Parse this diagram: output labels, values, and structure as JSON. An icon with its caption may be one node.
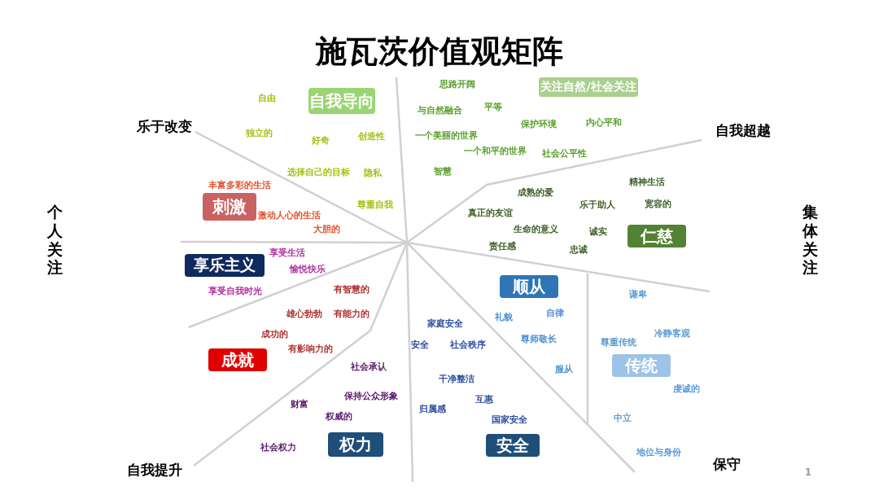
{
  "diagram": {
    "title": "施瓦茨价值观矩阵",
    "nodes": [
      {
        "text": [
          "自我导向"
        ]
      },
      {
        "text": [
          "关注自然/社会关注"
        ]
      },
      {
        "text": [
          "刺激"
        ]
      },
      {
        "text": [
          "仁慈"
        ]
      },
      {
        "text": [
          "享乐主义"
        ]
      },
      {
        "text": [
          "顺从"
        ]
      },
      {
        "text": [
          "成就"
        ]
      },
      {
        "text": [
          "传统"
        ]
      },
      {
        "text": [
          "权力"
        ]
      },
      {
        "text": [
          "安全"
        ]
      }
    ],
    "labels": [
      "乐于改变",
      "自我超越",
      "个人关注",
      "集体关注",
      "自我提升",
      "保守",
      "1",
      "自由",
      "独立的",
      "好奇",
      "创造性",
      "选择自己的目标",
      "隐私",
      "尊重自我",
      "丰富多彩的生活",
      "激动人心的生活",
      "大胆的",
      "思路开阔",
      "与自然融合",
      "平等",
      "一个美丽的世界",
      "保护环境",
      "内心平和",
      "一个和平的世界",
      "社会公平性",
      "智慧",
      "精神生活",
      "成熟的爱",
      "乐于助人",
      "宽容的",
      "真正的友谊",
      "生命的意义",
      "诚实",
      "享受生活",
      "责任感",
      "忠诚",
      "愉悦快乐",
      "享受自我时光",
      "有智慧的",
      "雄心勃勃",
      "有能力的",
      "成功的",
      "有影响力的",
      "社会承认",
      "保持公众形象",
      "财富",
      "权威的",
      "社会权力",
      "家庭安全",
      "安全",
      "社会秩序",
      "干净整洁",
      "互惠",
      "归属感",
      "国家安全",
      "礼貌",
      "自律",
      "尊师敬长",
      "服从",
      "谦卑",
      "冷静客观",
      "尊重传统",
      "虔诚的",
      "中立",
      "地位与身份"
    ]
  }
}
